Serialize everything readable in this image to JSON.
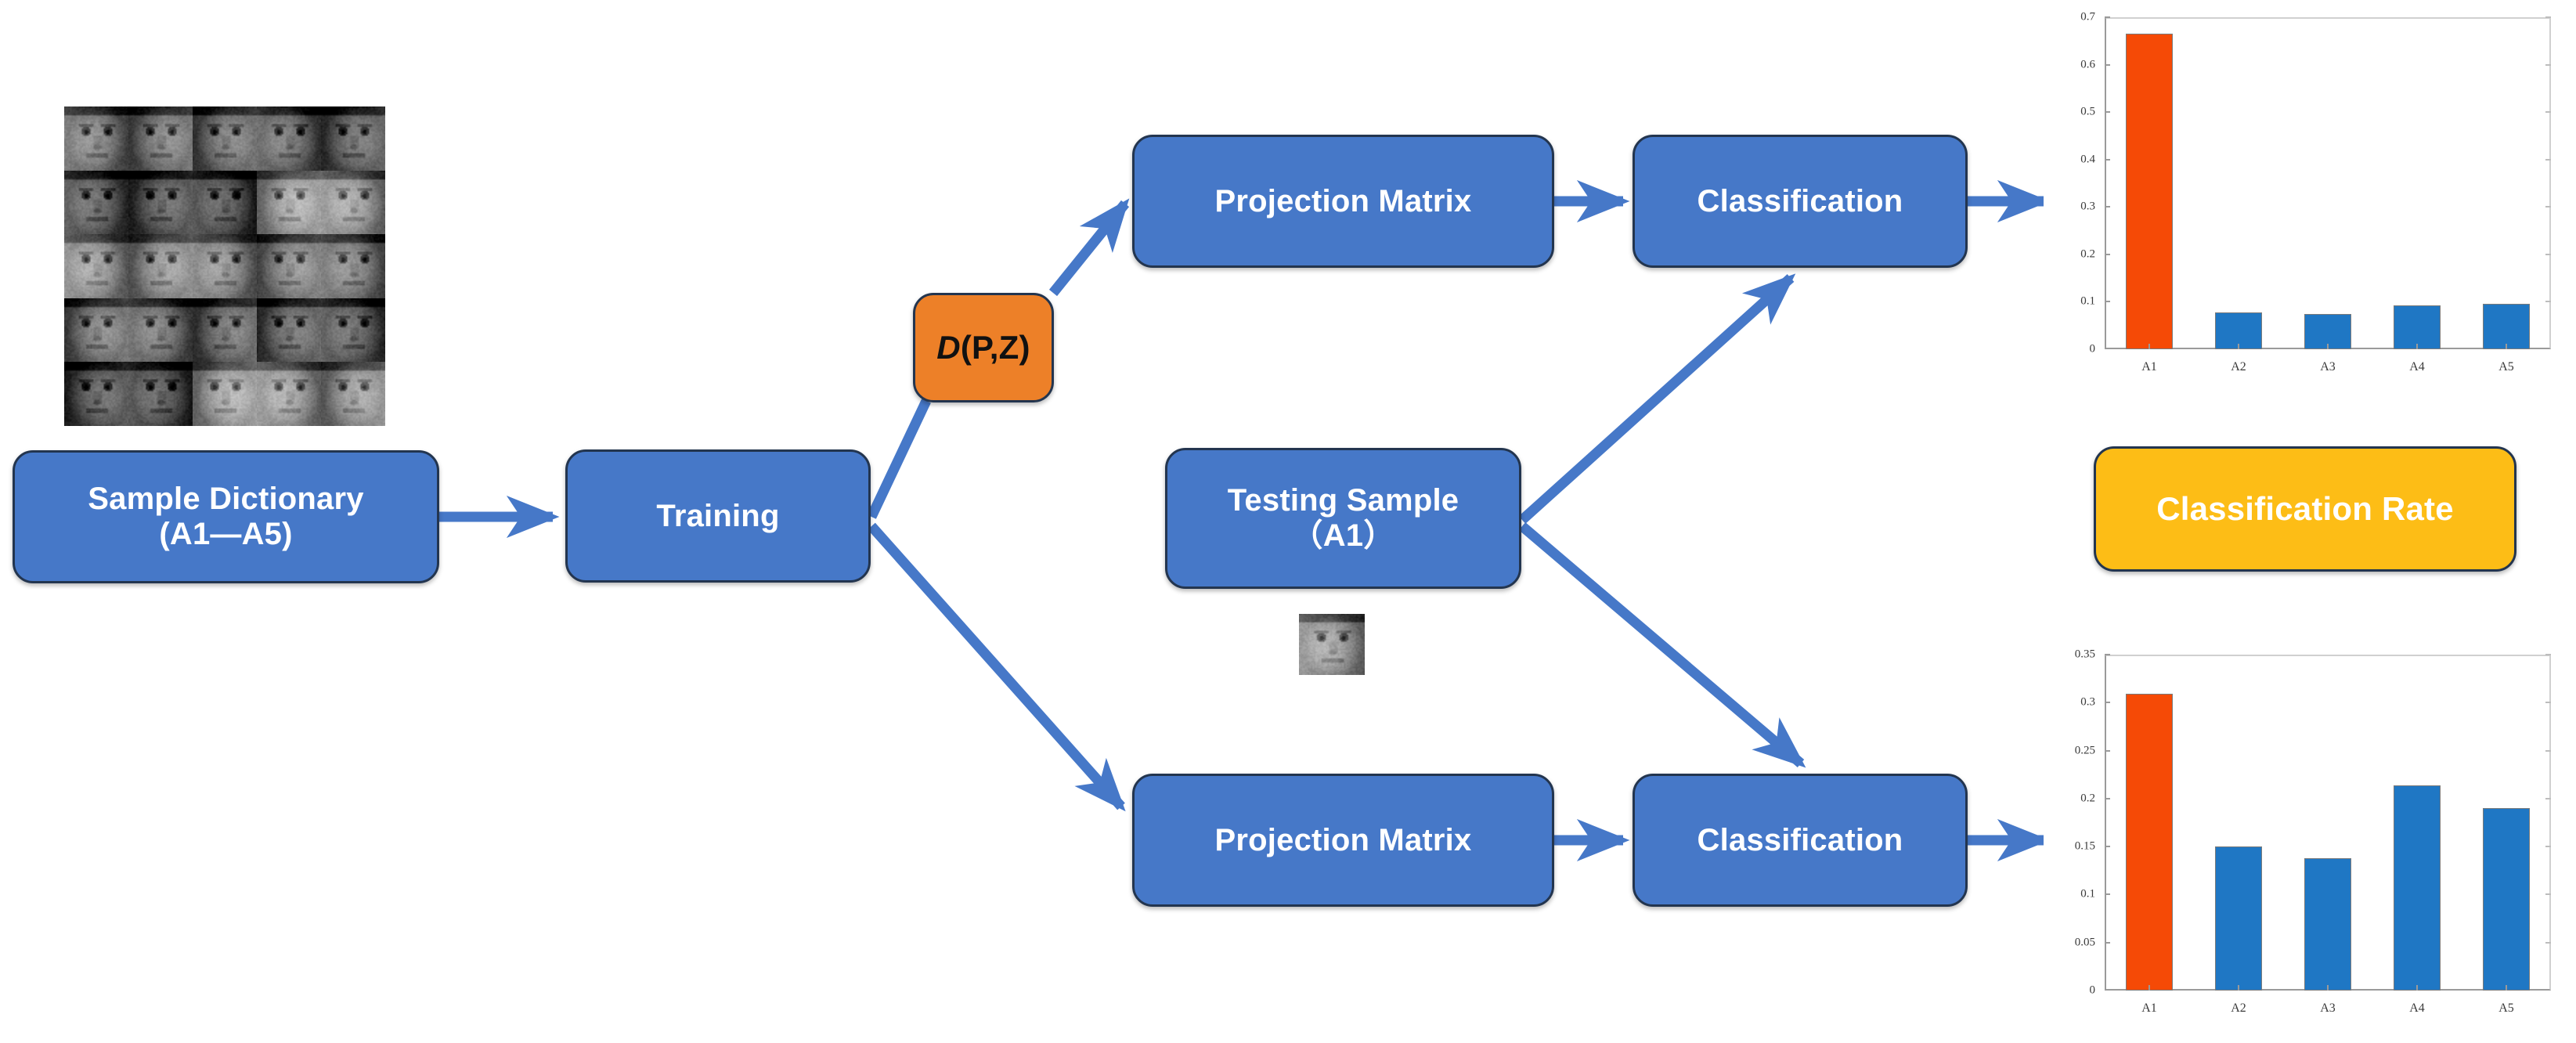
{
  "theme": {
    "box_blue": "#4678c8",
    "box_orange": "#ed8028",
    "box_gold": "#fdbd16",
    "arrow_blue": "#4678c8",
    "border_dark": "#23354f",
    "bar_blue": "#1f77c4",
    "bar_orange": "#f54a06",
    "background": "#ffffff"
  },
  "nodes": {
    "sample_dictionary": {
      "line1": "Sample Dictionary",
      "line2": "(A1—A5)"
    },
    "training": {
      "label": "Training"
    },
    "dpz": {
      "italic": "D",
      "rest": "(P,Z)"
    },
    "projection_matrix_top": {
      "label": "Projection Matrix"
    },
    "classification_top": {
      "label": "Classification"
    },
    "testing_sample": {
      "line1": "Testing Sample",
      "line2": "（A1）"
    },
    "projection_matrix_bottom": {
      "label": "Projection Matrix"
    },
    "classification_bottom": {
      "label": "Classification"
    },
    "classification_rate": {
      "label": "Classification Rate"
    }
  },
  "images": {
    "dictionary_mosaic": {
      "name": "face-dictionary-mosaic",
      "rows": 5,
      "cols": 5
    },
    "test_face": {
      "name": "test-face-thumbnail"
    }
  },
  "chart_data": [
    {
      "id": "top",
      "type": "bar",
      "title": "",
      "xlabel": "",
      "ylabel": "",
      "categories": [
        "A1",
        "A2",
        "A3",
        "A4",
        "A5"
      ],
      "values": [
        0.665,
        0.077,
        0.075,
        0.093,
        0.096
      ],
      "colors": [
        "#f54a06",
        "#1f77c4",
        "#1f77c4",
        "#1f77c4",
        "#1f77c4"
      ],
      "ylim": [
        0,
        0.7
      ],
      "yticks": [
        0,
        0.1,
        0.2,
        0.3,
        0.4,
        0.5,
        0.6,
        0.7
      ],
      "ytick_labels": [
        "0",
        "0.1",
        "0.2",
        "0.3",
        "0.4",
        "0.5",
        "0.6",
        "0.7"
      ],
      "grid": false,
      "legend": "none"
    },
    {
      "id": "bottom",
      "type": "bar",
      "title": "",
      "xlabel": "",
      "ylabel": "",
      "categories": [
        "A1",
        "A2",
        "A3",
        "A4",
        "A5"
      ],
      "values": [
        0.309,
        0.15,
        0.138,
        0.214,
        0.19
      ],
      "colors": [
        "#f54a06",
        "#1f77c4",
        "#1f77c4",
        "#1f77c4",
        "#1f77c4"
      ],
      "ylim": [
        0,
        0.35
      ],
      "yticks": [
        0,
        0.05,
        0.1,
        0.15,
        0.2,
        0.25,
        0.3,
        0.35
      ],
      "ytick_labels": [
        "0",
        "0.05",
        "0.1",
        "0.15",
        "0.2",
        "0.25",
        "0.3",
        "0.35"
      ],
      "grid": false,
      "legend": "none"
    }
  ]
}
